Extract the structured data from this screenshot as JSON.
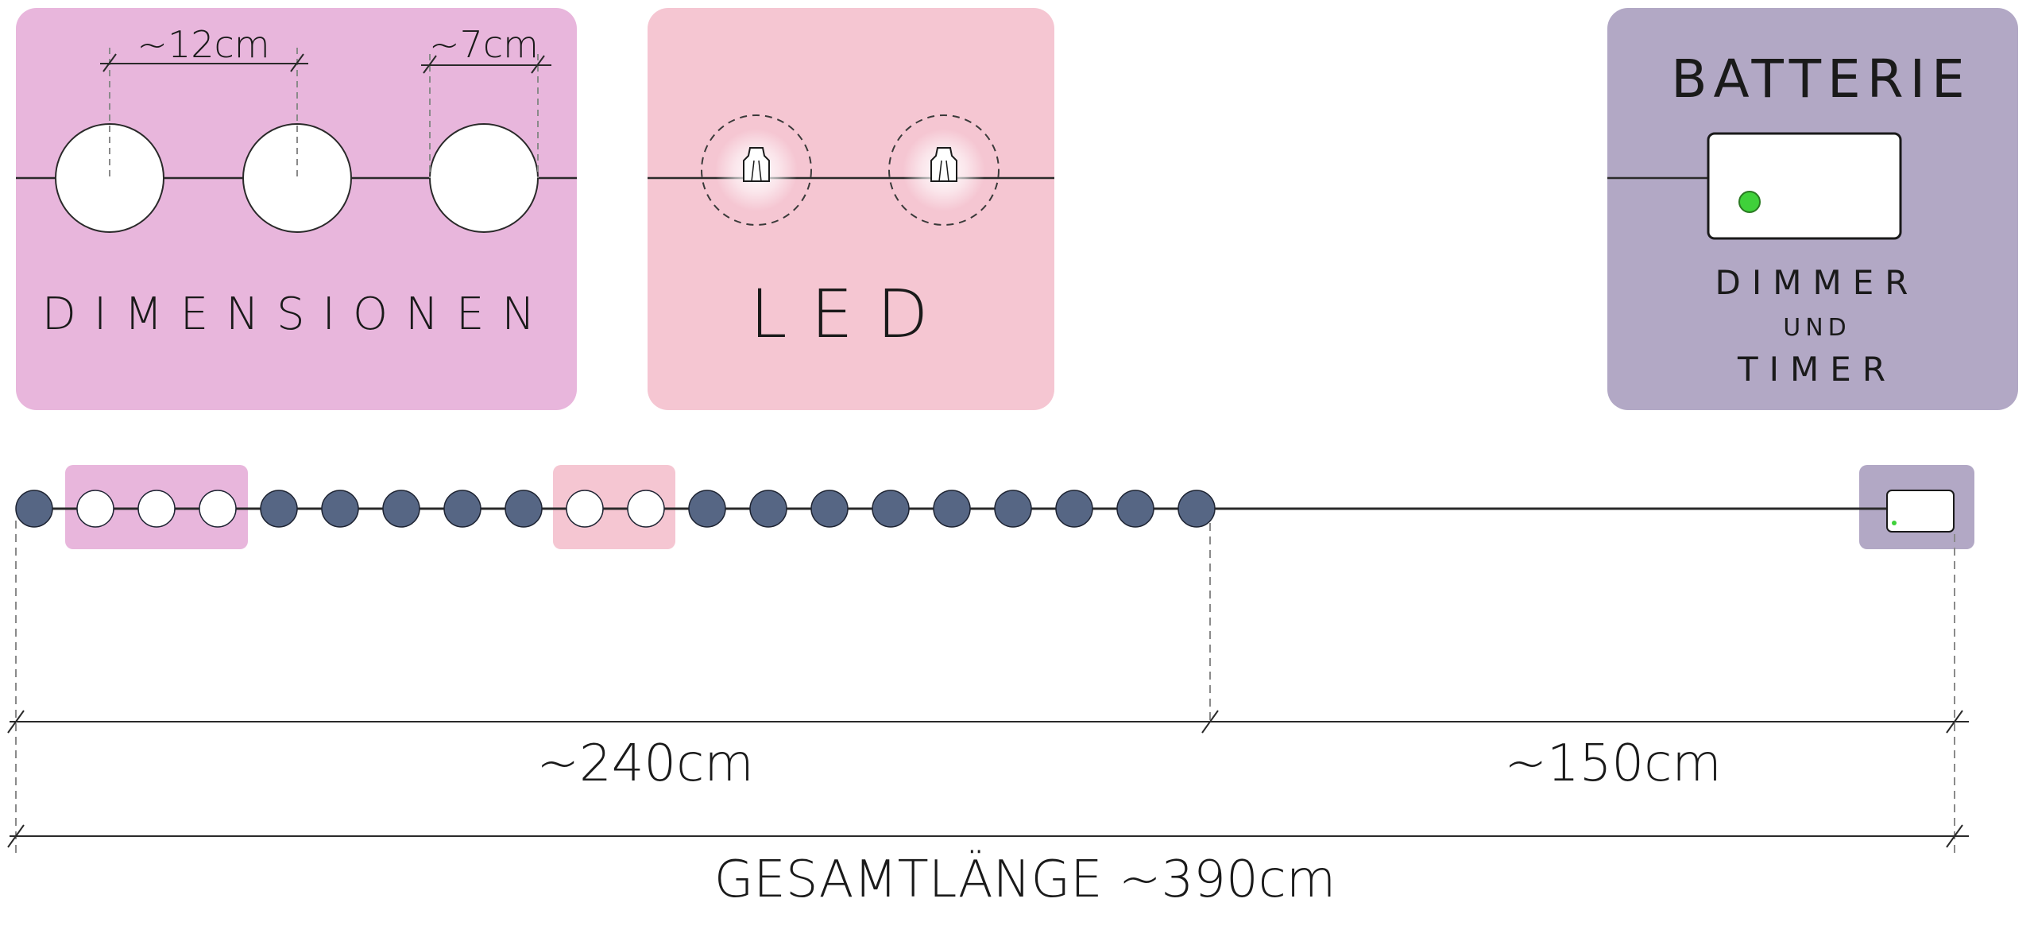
{
  "colors": {
    "background": "#ffffff",
    "dimensions_panel": "#e8b6dc",
    "led_panel": "#f5c6d2",
    "battery_panel": "#b2a8c5",
    "bead_dark": "#566684",
    "bead_light": "#ffffff",
    "led_indicator": "#3fd13a",
    "line": "#2a2a2a",
    "guide_line": "#8a8a8a"
  },
  "panels": {
    "dimensions": {
      "title": "DIMENSIONEN",
      "label_spacing": "~12cm",
      "label_diameter": "~7cm"
    },
    "led": {
      "title": "LED"
    },
    "battery": {
      "title": "BATTERIE",
      "subtitle_top": "DIMMER",
      "subtitle_mid": "UND",
      "subtitle_bottom": "TIMER"
    }
  },
  "string": {
    "bead_count": 20,
    "highlight_dimensions_beads": [
      1,
      2,
      3
    ],
    "highlight_led_beads": [
      9,
      10
    ],
    "icons": {
      "bead": "bead-icon",
      "led": "led-bulb-icon",
      "battery": "battery-box-icon"
    }
  },
  "measurements": {
    "beads_section": "~240cm",
    "cable_section": "~150cm",
    "total": "GESAMTLÄNGE ~390cm"
  }
}
